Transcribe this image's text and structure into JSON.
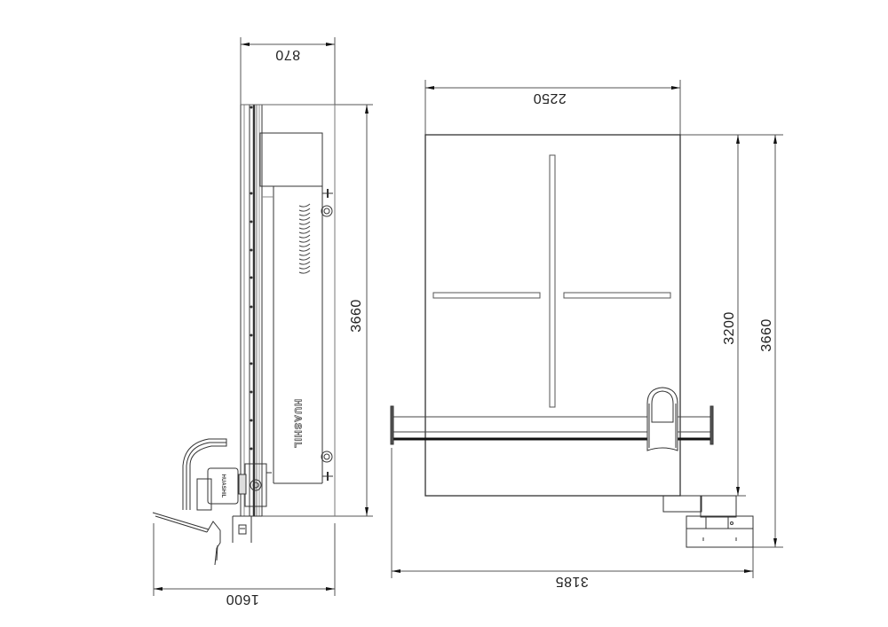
{
  "drawing": {
    "type": "technical-drawing",
    "subject": "flatbed cutting machine",
    "stroke_color": "#333333",
    "background": "#ffffff"
  },
  "side_view": {
    "brand_text": "HUASHIL",
    "panel_brand_text": "HUASHIL",
    "dimensions": {
      "top_width": "870",
      "bottom_width": "1600",
      "height": "3660"
    }
  },
  "top_view": {
    "dimensions": {
      "table_width": "2250",
      "overall_width": "3185",
      "table_length": "3200",
      "overall_length": "3660"
    }
  }
}
